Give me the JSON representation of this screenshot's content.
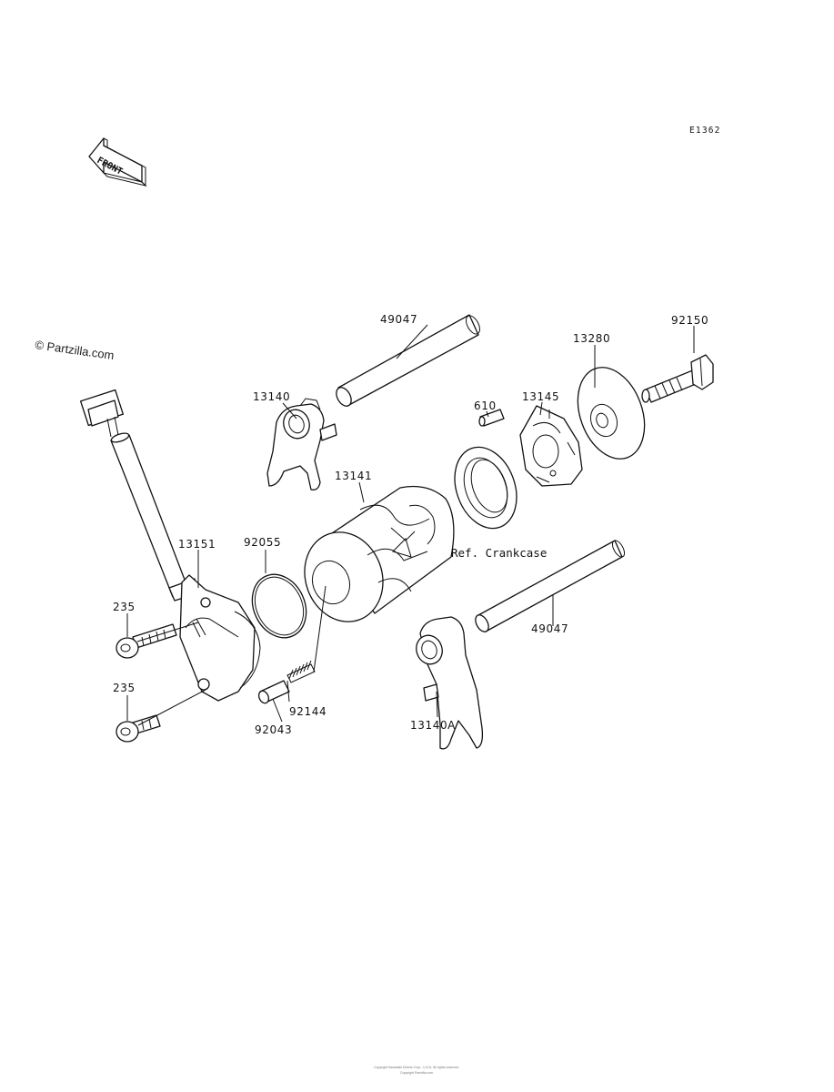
{
  "diagram_code": "E1362",
  "front_label": "FRONT",
  "watermark": "© Partzilla.com",
  "reference_note": "Ref. Crankcase",
  "copyright_line_1": "Copyright Kawasaki Motors Corp., U.S.A. All rights reserved.",
  "copyright_line_2": "Copyright Partzilla.com",
  "labels": {
    "shaft_top": "49047",
    "bolt_right": "92150",
    "plate_right": "13280",
    "fork_left": "13140",
    "pin": "610",
    "cam": "13145",
    "drum": "13141",
    "shift_shaft": "13151",
    "o_ring": "92055",
    "bolt_upper": "235",
    "bolt_lower": "235",
    "shaft_bottom": "49047",
    "spring": "92144",
    "pin_detent": "92043",
    "fork_right": "13140A"
  }
}
